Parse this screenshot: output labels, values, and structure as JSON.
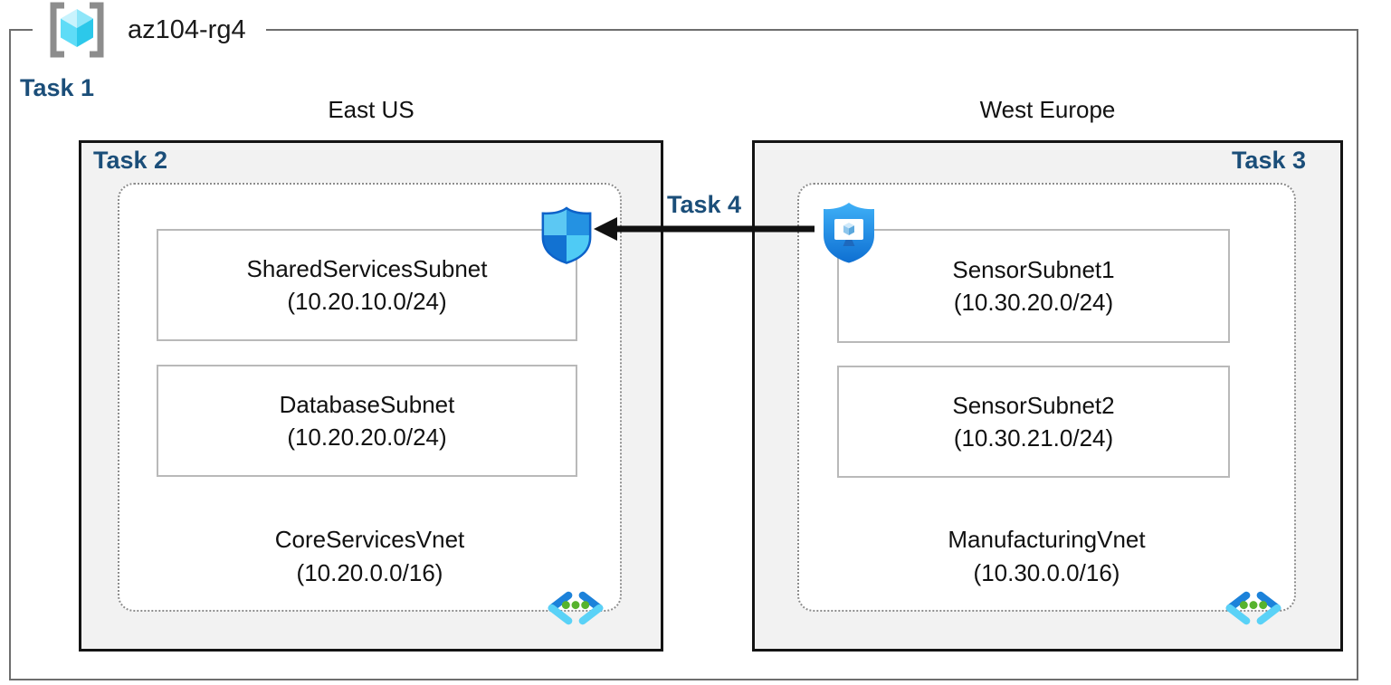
{
  "resource_group": {
    "name": "az104-rg4",
    "task": "Task 1"
  },
  "connection": {
    "task": "Task 4"
  },
  "regions": [
    {
      "name": "East US",
      "task": "Task 2",
      "vnet": {
        "name": "CoreServicesVnet",
        "cidr": "(10.20.0.0/16)",
        "subnets": [
          {
            "name": "SharedServicesSubnet",
            "cidr": "(10.20.10.0/24)"
          },
          {
            "name": "DatabaseSubnet",
            "cidr": "(10.20.20.0/24)"
          }
        ]
      }
    },
    {
      "name": "West Europe",
      "task": "Task 3",
      "vnet": {
        "name": "ManufacturingVnet",
        "cidr": "(10.30.0.0/16)",
        "subnets": [
          {
            "name": "SensorSubnet1",
            "cidr": "(10.30.20.0/24)"
          },
          {
            "name": "SensorSubnet2",
            "cidr": "(10.30.21.0/24)"
          }
        ]
      }
    }
  ],
  "icons": {
    "resource_group": "resource-group-icon",
    "network_security_group": "nsg-shield-icon",
    "secured_vm": "shield-monitor-icon",
    "virtual_network": "virtual-network-icon"
  },
  "colors": {
    "task_label": "#1b4e79",
    "region_fill": "#f2f2f2",
    "region_border": "#141414",
    "rg_border": "#6e6e6e",
    "vnet_dotted_border": "#8c8c8c",
    "subnet_border": "#b9b9b9",
    "arrow": "#111111",
    "azure_blue_dark": "#1272d2",
    "azure_blue": "#2492e2",
    "azure_cyan_light": "#5cc8f3",
    "cube_cyan": "#50e6ff",
    "green_dot": "#57b32e",
    "bracket_gray": "#8d8d8d"
  }
}
